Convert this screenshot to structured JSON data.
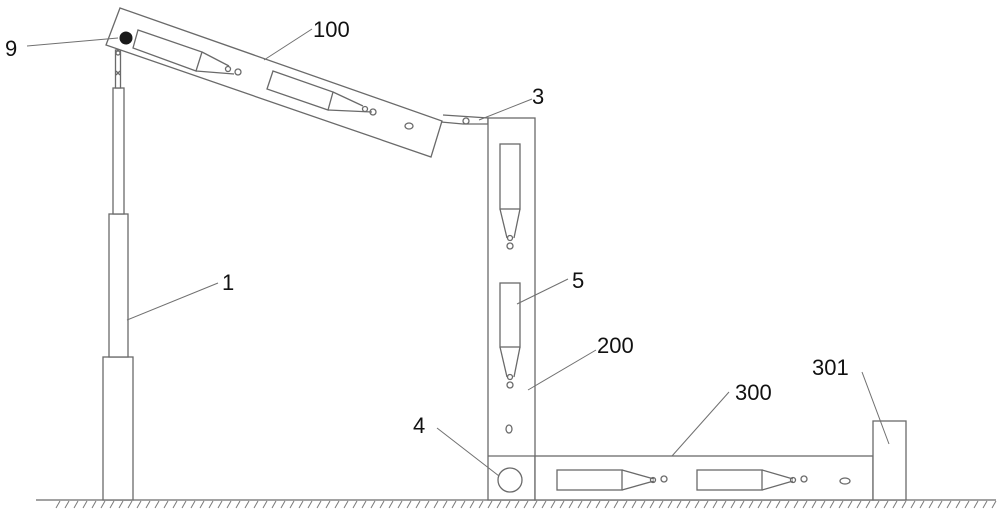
{
  "figure": {
    "type": "patent mechanical line drawing",
    "description": "Foldable panel assembly supported by telescopic post"
  },
  "labels": {
    "l9": "9",
    "l100": "100",
    "l3": "3",
    "l1": "1",
    "l5": "5",
    "l200": "200",
    "l4": "4",
    "l300": "300",
    "l301": "301"
  },
  "components": [
    {
      "ref": "1",
      "name": "telescopic support post"
    },
    {
      "ref": "3",
      "name": "hinge link"
    },
    {
      "ref": "4",
      "name": "pivot / roller"
    },
    {
      "ref": "5",
      "name": "actuator cylinder"
    },
    {
      "ref": "9",
      "name": "pivot point"
    },
    {
      "ref": "100",
      "name": "tilted upper panel"
    },
    {
      "ref": "200",
      "name": "vertical panel"
    },
    {
      "ref": "300",
      "name": "horizontal base panel"
    },
    {
      "ref": "301",
      "name": "end stop block"
    }
  ],
  "colors": {
    "line": "#6a6a6a",
    "label": "#111111",
    "pivot_dot": "#1a1a1a",
    "background": "#ffffff"
  }
}
